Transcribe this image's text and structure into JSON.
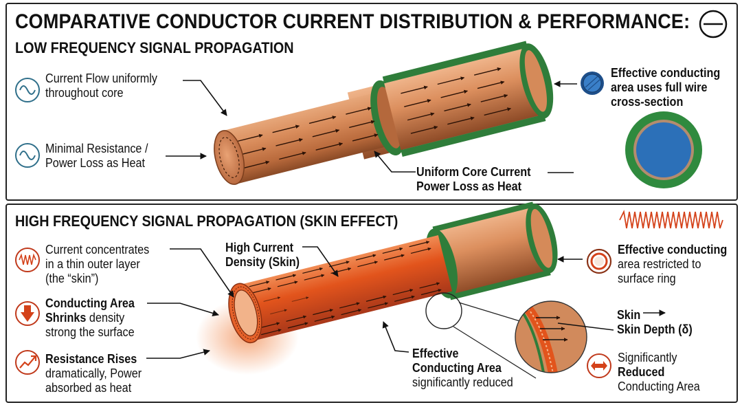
{
  "header": {
    "title": "COMPARATIVE CONDUCTOR CURRENT DISTRIBUTION & PERFORMANCE:"
  },
  "low_frequency": {
    "heading": "LOW FREQUENCY SIGNAL PROPAGATION",
    "callouts": {
      "current_flow": [
        "Current Flow uniformly",
        "throughout core"
      ],
      "minimal_resistance": [
        "Minimal Resistance /",
        "Power Loss as Heat"
      ],
      "uniform_core": [
        "Uniform Core Current",
        "Power Loss as Heat"
      ],
      "effective_area": [
        "Effective conducting",
        "area uses full wire",
        "cross-section"
      ]
    }
  },
  "high_frequency": {
    "heading": "HIGH FREQUENCY SIGNAL PROPAGATION (SKIN EFFECT)",
    "callouts": {
      "concentrates": [
        "Current concentrates",
        "in a thin outer layer",
        "(the “skin”)"
      ],
      "shrinks": {
        "bold": [
          "Conducting Area",
          "Shrinks"
        ],
        "rest": [
          " density",
          "strong the surface"
        ]
      },
      "rises": {
        "bold": "Resistance Rises",
        "rest": [
          "dramatically, Power",
          "absorbed as heat"
        ]
      },
      "high_density": [
        "High Current",
        "Density (Skin)"
      ],
      "effective_reduced": {
        "bold": [
          "Effective",
          "Conducting Area"
        ],
        "rest": "significantly reduced"
      },
      "restricted": [
        "Effective conducting",
        "area restricted to",
        "surface ring"
      ],
      "skin": "Skin",
      "skin_depth": "Skin Depth (δ)",
      "significantly": {
        "line1": "Significantly",
        "bold": "Reduced",
        "line3": "Conducting Area"
      }
    }
  },
  "icons": {
    "header": "minus-circle-icon",
    "low_left_1": "sine-wave-icon",
    "low_left_2": "sine-wave-icon",
    "low_right": "blue-disc-icon",
    "high_wave": "high-frequency-wave-icon",
    "high_left_1": "dense-wave-icon",
    "high_left_2": "down-arrow-icon",
    "high_left_3": "rising-graph-icon",
    "high_right_1": "ring-icon",
    "high_right_2": "double-arrow-icon"
  },
  "colors": {
    "copper": "#c97c4e",
    "copper_dark": "#8a4a26",
    "insulation_green": "#2f7d3a",
    "blue_core": "#2c70b8",
    "hot_orange": "#e2541c"
  }
}
